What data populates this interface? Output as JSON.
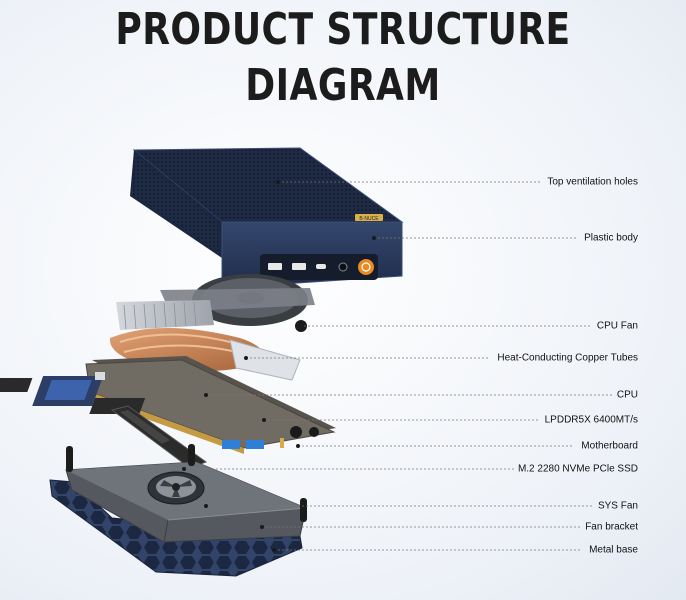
{
  "title": {
    "line1": "PRODUCT STRUCTURE",
    "line2": "DIAGRAM"
  },
  "components": [
    {
      "id": "top-ventilation-holes",
      "label": "Top ventilation holes"
    },
    {
      "id": "plastic-body",
      "label": "Plastic body"
    },
    {
      "id": "cpu-fan",
      "label": "CPU Fan"
    },
    {
      "id": "copper-tubes",
      "label": "Heat-Conducting Copper Tubes"
    },
    {
      "id": "cpu",
      "label": "CPU"
    },
    {
      "id": "lpddr5x",
      "label": "LPDDR5X 6400MT/s"
    },
    {
      "id": "motherboard",
      "label": "Motherboard"
    },
    {
      "id": "ssd",
      "label": "M.2 2280 NVMe PCle SSD"
    },
    {
      "id": "sys-fan",
      "label": "SYS Fan"
    },
    {
      "id": "fan-bracket",
      "label": "Fan bracket"
    },
    {
      "id": "metal-base",
      "label": "Metal base"
    }
  ],
  "case_badge": "B·NUCE",
  "colors": {
    "case": "#2b3a59",
    "copper": "#c98553",
    "pcb": "#6e6a62",
    "base": "#2e3f63",
    "power_button": "#e98a23",
    "text": "#111111"
  }
}
